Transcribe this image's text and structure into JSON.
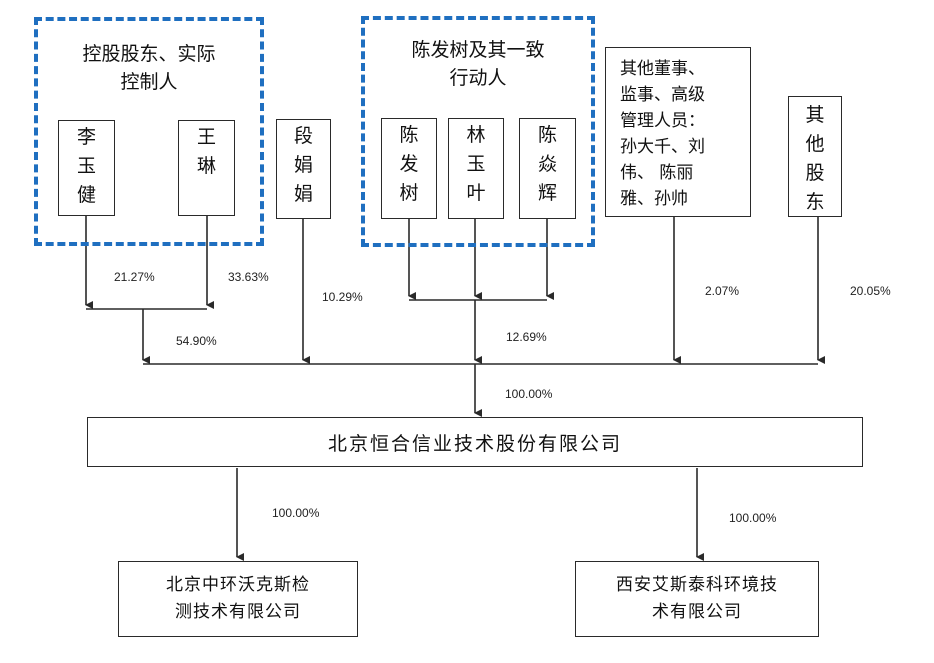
{
  "groups": {
    "controlling": "控股股东、实际控制人",
    "controlling_line1": "控股股东、实际",
    "controlling_line2": "控制人",
    "concert": "陈发树及其一致行动人",
    "concert_line1": "陈发树及其一致",
    "concert_line2": "行动人"
  },
  "shareholders": [
    {
      "name": "李玉健",
      "chars": [
        "李",
        "玉",
        "健"
      ]
    },
    {
      "name": "王琳",
      "chars": [
        "王",
        "琳"
      ]
    },
    {
      "name": "段娟娟",
      "chars": [
        "段",
        "娟",
        "娟"
      ]
    },
    {
      "name": "陈发树",
      "chars": [
        "陈",
        "发",
        "树"
      ]
    },
    {
      "name": "林玉叶",
      "chars": [
        "林",
        "玉",
        "叶"
      ]
    },
    {
      "name": "陈焱辉",
      "chars": [
        "陈",
        "焱",
        "辉"
      ]
    },
    {
      "name": "其他股东",
      "chars": [
        "其",
        "他",
        "股",
        "东"
      ]
    }
  ],
  "others_box": {
    "lines": [
      "其他董事、",
      "监事、高级",
      "管理人员：",
      "孙大千、刘",
      "伟、 陈丽",
      "雅、孙帅"
    ]
  },
  "percentages": {
    "li": "21.27%",
    "wang": "33.63%",
    "controlling_total": "54.90%",
    "duan": "10.29%",
    "concert_total": "12.69%",
    "others_mgmt": "2.07%",
    "other_holders": "20.05%",
    "parent": "100.00%",
    "sub1": "100.00%",
    "sub2": "100.00%"
  },
  "company": {
    "name": "北京恒合信业技术股份有限公司"
  },
  "subsidiaries": [
    {
      "line1": "北京中环沃克斯检",
      "line2": "测技术有限公司"
    },
    {
      "line1": "西安艾斯泰科环境技",
      "line2": "术有限公司"
    }
  ],
  "colors": {
    "dash_border": "#1f6fc0",
    "line": "#2a2a2a"
  }
}
